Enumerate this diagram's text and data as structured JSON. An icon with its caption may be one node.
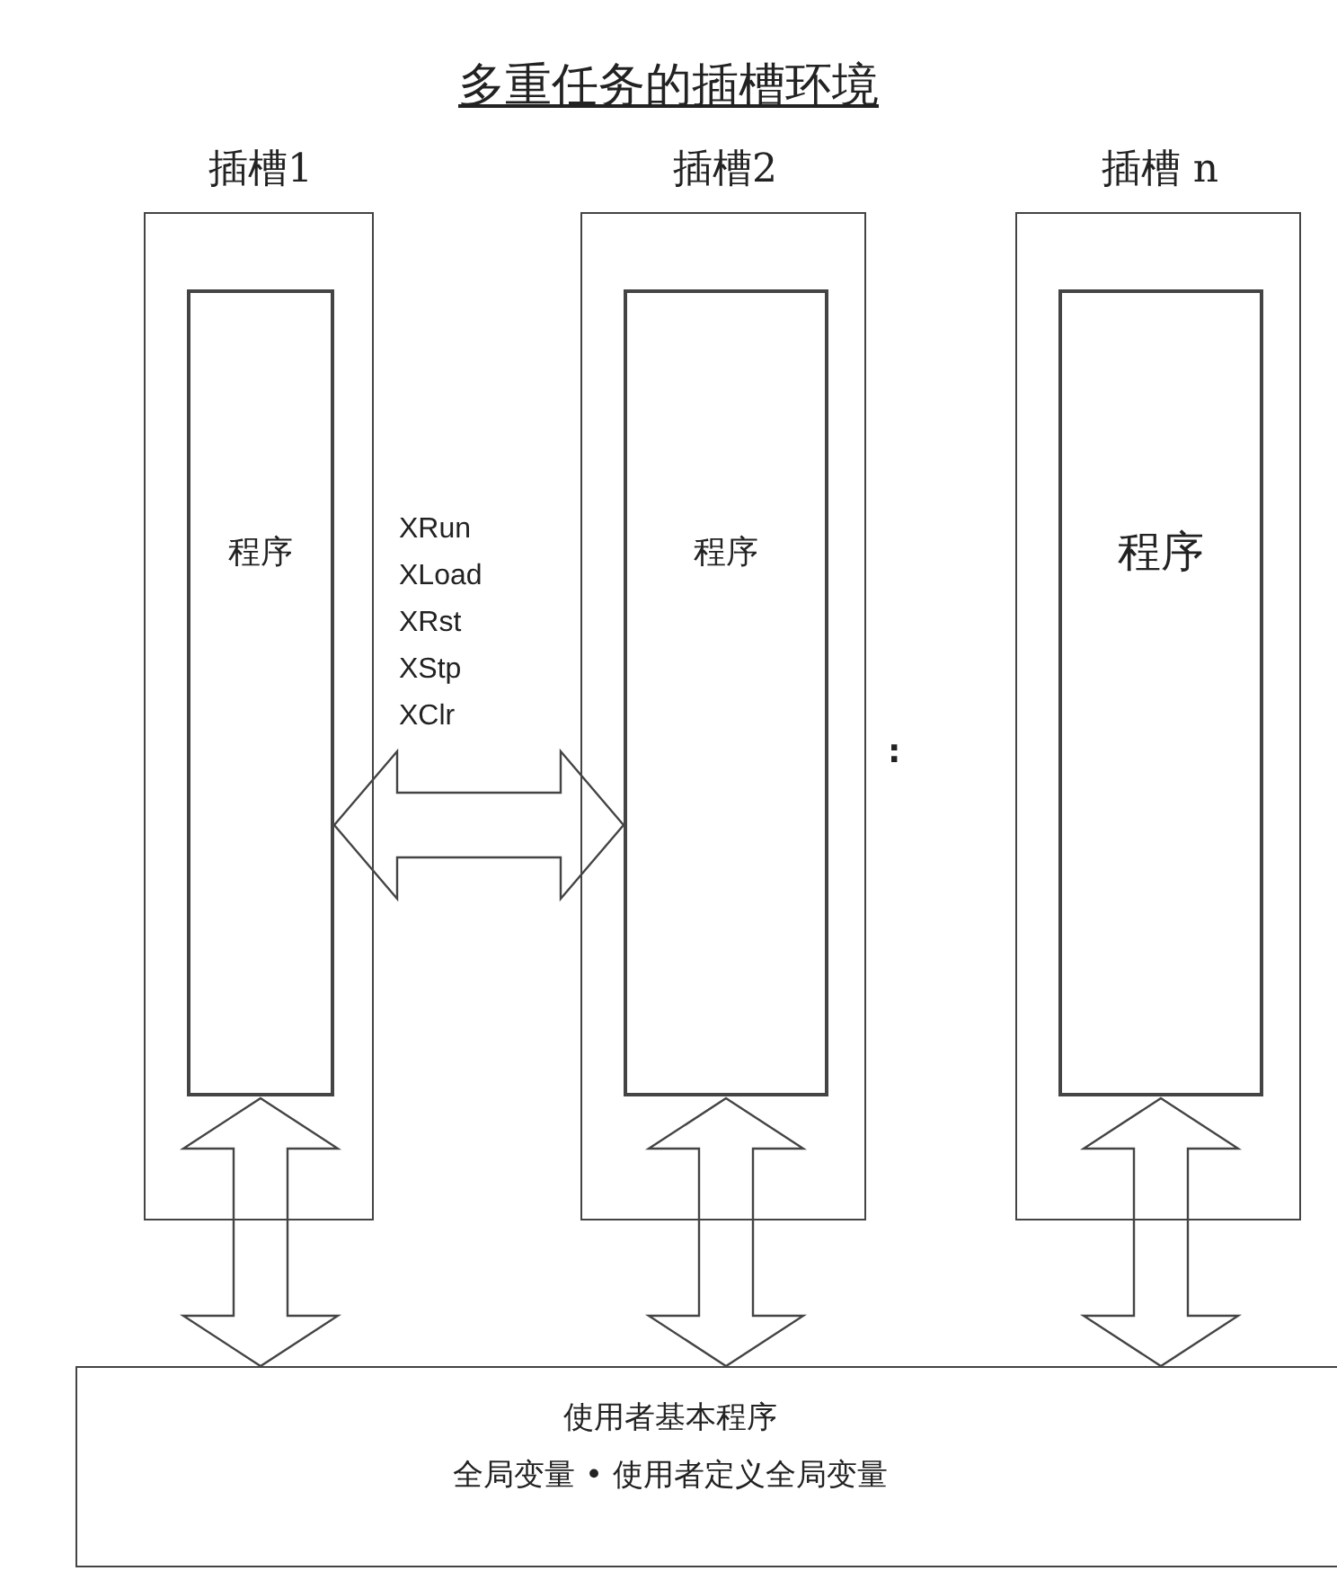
{
  "diagram": {
    "title": "多重任务的插槽环境",
    "nodes": [
      {
        "text": [
          "插槽1"
        ]
      },
      {
        "text": [
          "程序"
        ],
        "in": 0
      },
      {
        "text": [
          "插槽2"
        ]
      },
      {
        "text": [
          "程序"
        ],
        "in": 2
      },
      {
        "text": [
          "插槽 n"
        ]
      },
      {
        "text": [
          "程序"
        ],
        "in": 4
      },
      {
        "text": [
          "使用者基本程序",
          "全局变量 • 使用者定义全局变量"
        ]
      }
    ],
    "edges": [
      {
        "from": 1,
        "to": 3,
        "arrow": "both",
        "label": "XRun XLoad XRst XStp XClr"
      },
      {
        "from": 1,
        "to": 6,
        "arrow": "both"
      },
      {
        "from": 3,
        "to": 6,
        "arrow": "both"
      },
      {
        "from": 5,
        "to": 6,
        "arrow": "both"
      }
    ],
    "labels": [
      ":"
    ]
  }
}
